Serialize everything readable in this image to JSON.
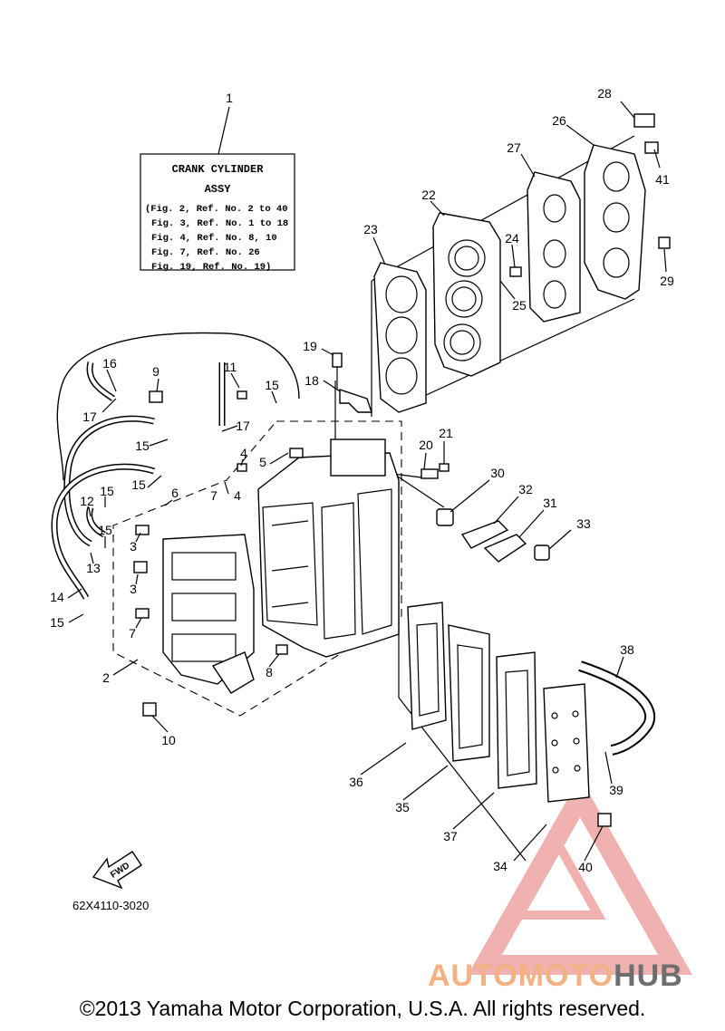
{
  "assembly_box": {
    "ref": "1",
    "title_line1": "CRANK CYLINDER",
    "title_line2": "ASSY",
    "refs": [
      "(Fig. 2, Ref. No. 2 to 40",
      "Fig. 3, Ref. No. 1 to 18",
      "Fig. 4, Ref. No. 8, 10",
      "Fig. 7, Ref. No. 26",
      "Fig. 19, Ref. No. 19)"
    ]
  },
  "callouts": {
    "n28": "28",
    "n26": "26",
    "n41": "41",
    "n27": "27",
    "n22": "22",
    "n24": "24",
    "n29": "29",
    "n25": "25",
    "n23": "23",
    "n19": "19",
    "n18": "18",
    "n16": "16",
    "n9": "9",
    "n11": "11",
    "n15a": "15",
    "n17a": "17",
    "n17b": "17",
    "n15b": "15",
    "n5": "5",
    "n4a": "4",
    "n4b": "4",
    "n7a": "7",
    "n15c": "15",
    "n6": "6",
    "n12": "12",
    "n15d": "15",
    "n3a": "3",
    "n15e": "15",
    "n13": "13",
    "n3b": "3",
    "n14": "14",
    "n15f": "15",
    "n7b": "7",
    "n2": "2",
    "n8": "8",
    "n10": "10",
    "n20": "20",
    "n21": "21",
    "n30": "30",
    "n32": "32",
    "n31": "31",
    "n33": "33",
    "n38": "38",
    "n36": "36",
    "n35": "35",
    "n37": "37",
    "n39": "39",
    "n34": "34",
    "n40": "40"
  },
  "fwd_label": "FWD",
  "diagram_code": "62X4110-3020",
  "watermark": {
    "part1": "AUTOMOTO",
    "part2": "HUB",
    "color1": "#f4b183",
    "color2": "#6e6e6e",
    "logo_color": "#e57373"
  },
  "copyright": "©2013 Yamaha Motor Corporation, U.S.A. All rights reserved."
}
